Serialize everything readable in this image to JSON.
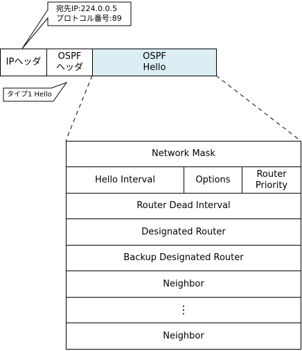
{
  "header_packet": {
    "ip_header": "IPヘッダ",
    "ospf_header": "OSPF\nヘッダ",
    "ospf_hello": "OSPF\nHello",
    "hello_fill": "#daeef3"
  },
  "callouts": {
    "top_line1": "宛先IP:224.0.0.5",
    "top_line2": "プロトコル番号:89",
    "bottom": "タイプ1 Hello"
  },
  "hello_fields": {
    "network_mask": "Network Mask",
    "hello_interval": "Hello Interval",
    "options": "Options",
    "router_priority": "Router\nPriority",
    "router_dead_interval": "Router Dead Interval",
    "designated_router": "Designated Router",
    "backup_designated_router": "Backup Designated Router",
    "neighbor_1": "Neighbor",
    "ellipsis": "⋮",
    "neighbor_2": "Neighbor"
  }
}
